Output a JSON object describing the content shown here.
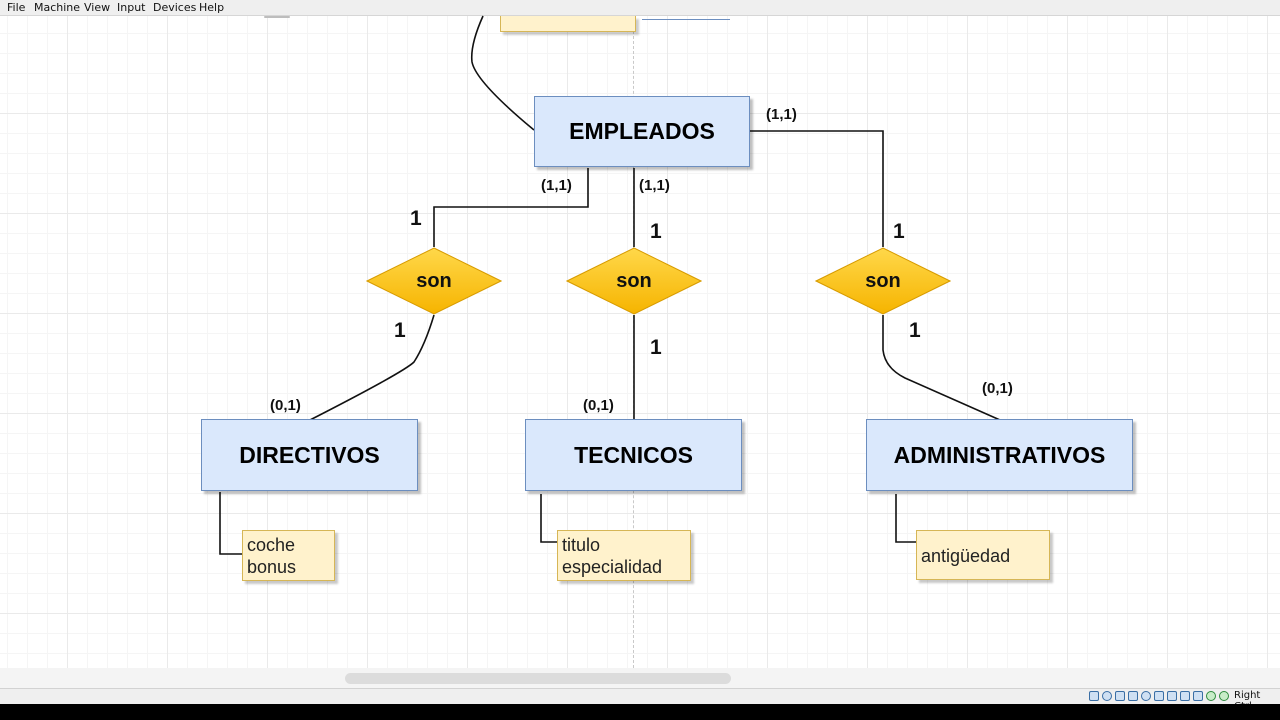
{
  "menu": [
    "File",
    "Machine",
    "View",
    "Input",
    "Devices",
    "Help"
  ],
  "entities": {
    "empleados": "EMPLEADOS",
    "directivos": "DIRECTIVOS",
    "tecnicos": "TECNICOS",
    "administrativos": "ADMINISTRATIVOS"
  },
  "relationships": [
    "son",
    "son",
    "son"
  ],
  "attributes": {
    "directivos": [
      "coche",
      "bonus"
    ],
    "tecnicos": [
      "titulo",
      "especialidad"
    ],
    "administrativos": [
      "antigüedad"
    ]
  },
  "cardinalities": {
    "empleados_right": "(1,1)",
    "empleados_left": "(1,1)",
    "empleados_mid": "(1,1)",
    "directivos": "(0,1)",
    "tecnicos": "(0,1)",
    "administrativos": "(0,1)",
    "rel1_top": "1",
    "rel1_bottom": "1",
    "rel2_top": "1",
    "rel2_bottom": "1",
    "rel3_top": "1",
    "rel3_bottom": "1"
  },
  "status": {
    "host_key": "Right Ctrl"
  },
  "colors": {
    "entity_fill": "#dae8fc",
    "entity_border": "#6c8ebf",
    "relationship_fill": "#ffcd28",
    "relationship_border": "#d79b00",
    "note_fill": "#fff2cc",
    "note_border": "#d6b656"
  },
  "icons": [
    "hard-disk-icon",
    "optical-drive-icon",
    "audio-icon",
    "network-icon",
    "usb-icon",
    "shared-folder-icon",
    "display-icon",
    "recording-icon",
    "cpu-icon",
    "mouse-integration-icon",
    "keyboard-icon"
  ]
}
